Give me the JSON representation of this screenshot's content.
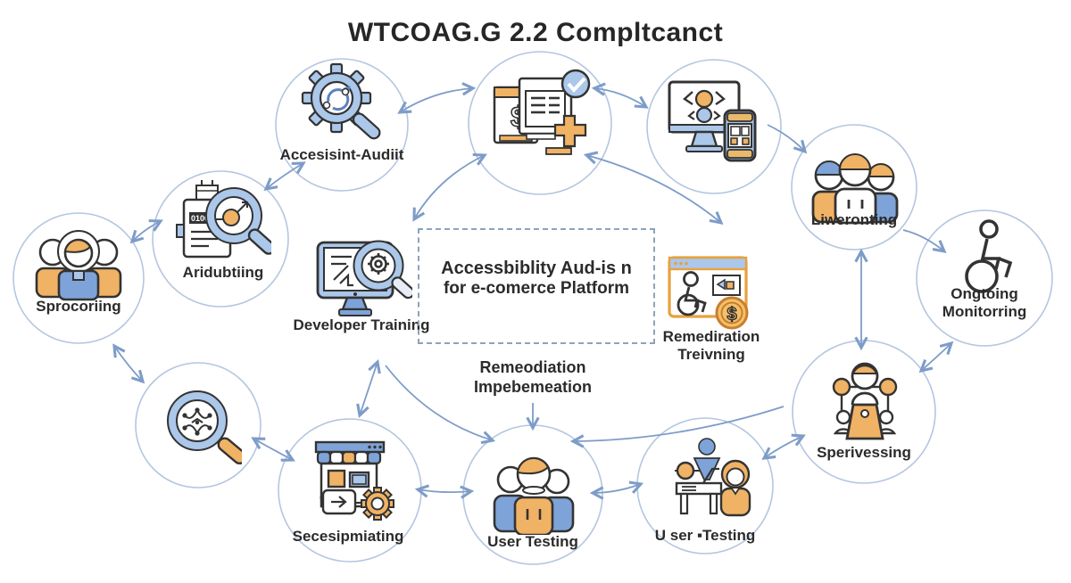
{
  "title": "WTCOAG.G 2.2 Compltcanct",
  "center_box": {
    "line1": "Accessbiblity Aud-is n",
    "line2": "for e-comerce Platform"
  },
  "center_note": {
    "line1": "Remeodiation",
    "line2": "Impebemeation"
  },
  "nodes": {
    "accessibility_audit": {
      "label": "Accesisint-Audiit",
      "icon": "gear-magnifier-icon"
    },
    "compliance_doc": {
      "icon": "document-approved-icon"
    },
    "devices": {
      "icon": "monitor-mobile-icon"
    },
    "liweronting": {
      "label": "Liweronting",
      "icon": "people-group-icon"
    },
    "ongoing_monitoring": {
      "label1": "Ongtoing",
      "label2": "Monitorring",
      "icon": "wheelchair-icon"
    },
    "sprocoriing": {
      "label": "Sprocoriing",
      "icon": "people-group-icon"
    },
    "aridubtiing": {
      "label": "Aridubtiing",
      "icon": "document-magnifier-icon"
    },
    "developer_training": {
      "label": "Developer Training",
      "icon": "monitor-code-magnifier-icon"
    },
    "remediation_training": {
      "label1": "Remediration",
      "label2": "Treivning",
      "icon": "browser-wheelchair-coin-icon"
    },
    "sperivessing": {
      "label": "Sperivessing",
      "icon": "speaker-podium-icon"
    },
    "secesipmiating": {
      "label": "Secesipmiating",
      "icon": "storefront-gear-icon"
    },
    "user_testing": {
      "label": "User Testing",
      "icon": "people-group-icon"
    },
    "user_testing_2": {
      "label": "U ser ▪Testing",
      "icon": "desk-researcher-icon"
    },
    "network_search": {
      "icon": "magnifier-network-icon"
    }
  },
  "colors": {
    "icon_blue": "#abc7ea",
    "icon_orange": "#f0ad5e",
    "outline": "#333333",
    "arrow": "#7d9cc8",
    "text": "#2b2b2b"
  }
}
